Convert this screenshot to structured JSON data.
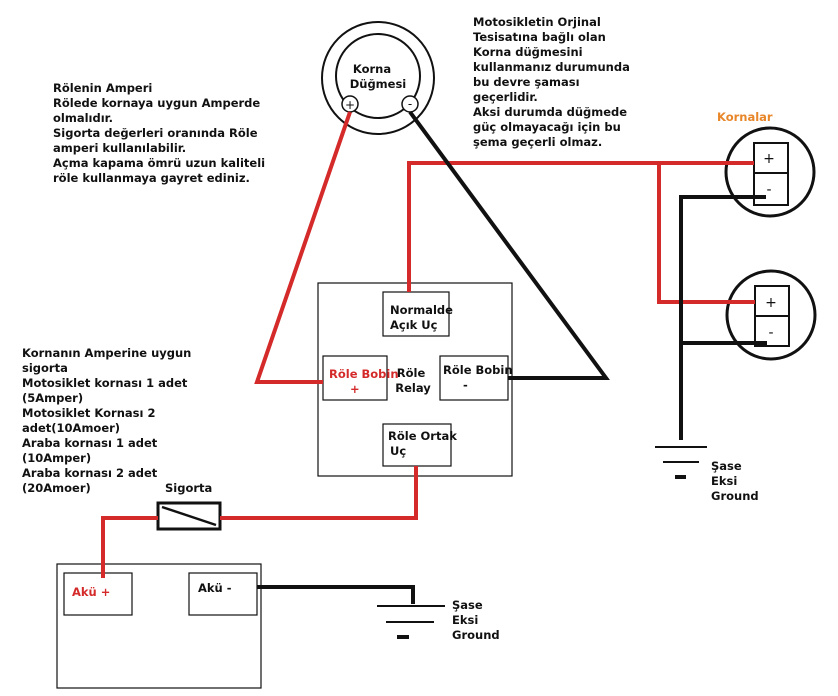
{
  "colors": {
    "wire_positive": "#d42a2a",
    "wire_ground": "#111111",
    "horn_label": "#e8862a"
  },
  "horn_button": {
    "line1": "Korna",
    "line2": "Düğmesi",
    "plus": "+",
    "minus": "-"
  },
  "notes": {
    "relay_amp": [
      "Rölenin Amperi",
      "Rölede kornaya uygun Amperde",
      "olmalıdır.",
      "Sigorta değerleri oranında Röle",
      "amperi kullanılabilir.",
      "Açma kapama ömrü uzun kaliteli",
      "röle kullanmaya gayret ediniz."
    ],
    "original_wiring": [
      "Motosikletin Orjinal",
      "Tesisatına bağlı olan",
      "Korna düğmesini",
      "kullanmanız durumunda",
      "bu devre şaması",
      "geçerlidir.",
      "Aksi durumda düğmede",
      "güç olmayacağı için bu",
      "şema geçerli olmaz."
    ],
    "fuse_amp": [
      "Kornanın Amperine uygun",
      "sigorta",
      "Motosiklet kornası 1 adet",
      "(5Amper)",
      "Motosiklet Kornası 2",
      "adet(10Amoer)",
      "Araba kornası 1 adet",
      "(10Amper)",
      "Araba kornası 2 adet",
      "(20Amoer)"
    ]
  },
  "relay": {
    "label1": "Röle",
    "label2": "Relay",
    "no_line1": "Normalde",
    "no_line2": "Açık Uç",
    "coil_plus_line1": "Röle Bobin",
    "coil_plus_line2": "+",
    "coil_minus_line1": "Röle Bobin",
    "coil_minus_line2": "-",
    "common_line1": "Röle Ortak",
    "common_line2": "Uç"
  },
  "horns": {
    "title": "Kornalar",
    "plus": "+",
    "minus": "-"
  },
  "fuse": {
    "label": "Sigorta"
  },
  "battery": {
    "plus": "Akü +",
    "minus": "Akü -"
  },
  "ground_right": [
    "Şase",
    "Eksi",
    "Ground"
  ],
  "ground_bottom": [
    "Şase",
    "Eksi",
    "Ground"
  ]
}
